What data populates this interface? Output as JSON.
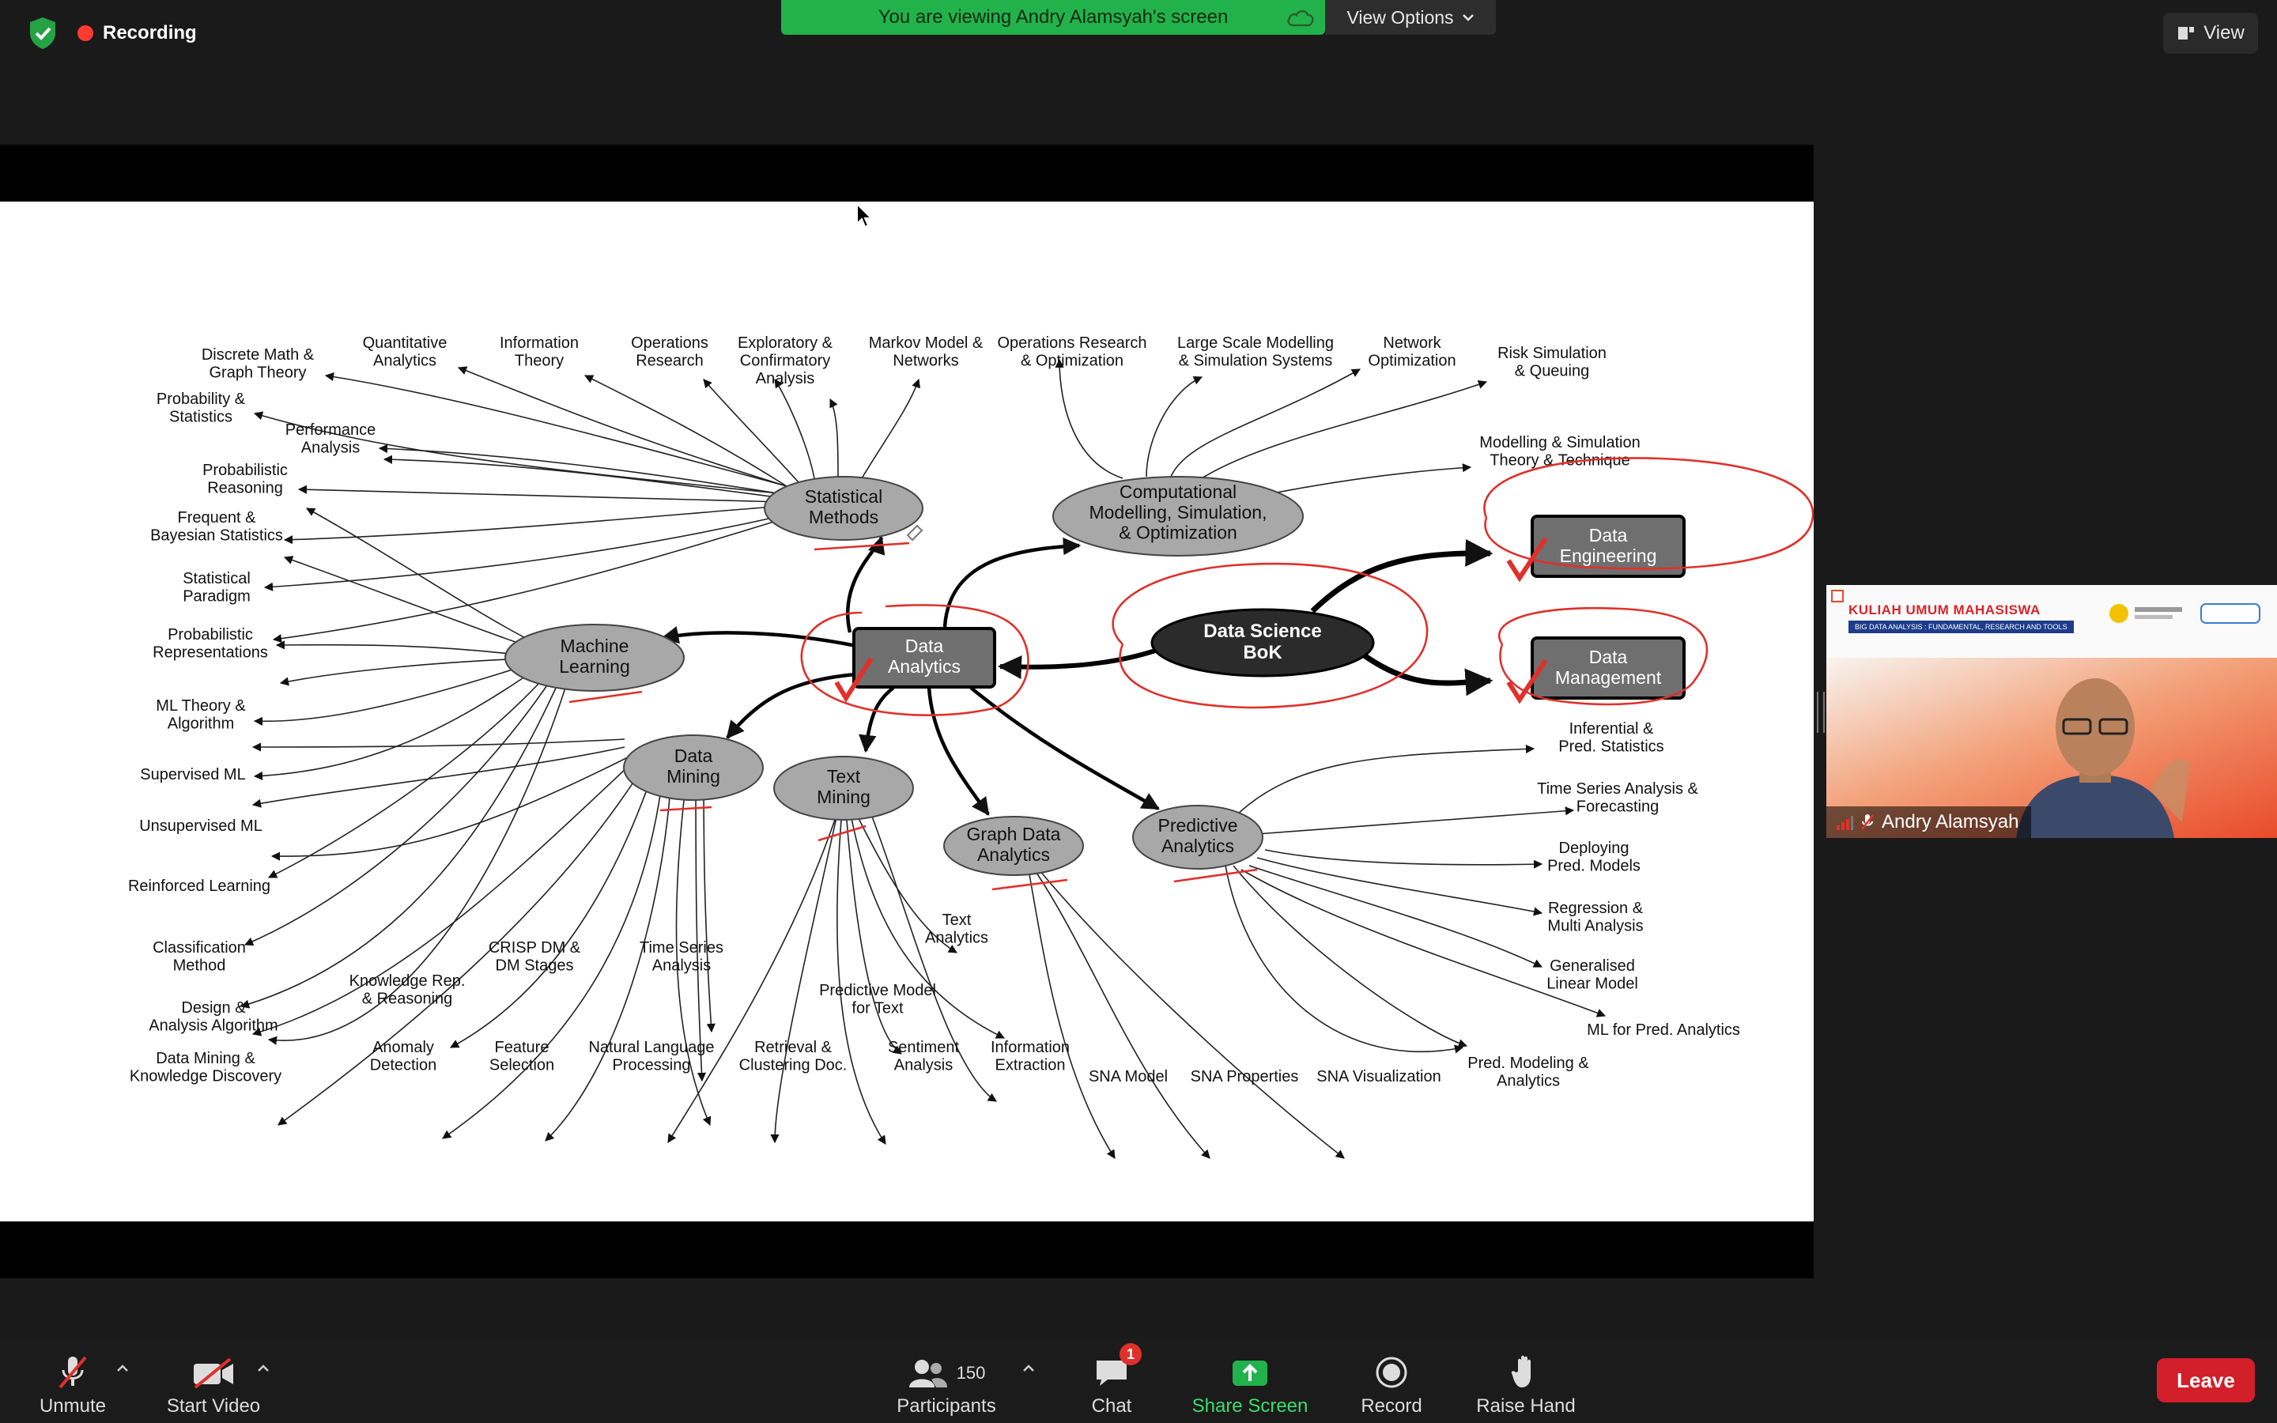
{
  "top_bar": {
    "recording_label": "Recording",
    "viewing_banner": "You are viewing Andry Alamsyah's screen",
    "view_options_label": "View Options",
    "view_button_label": "View",
    "icons": [
      "shield-icon",
      "recording-dot-icon",
      "cloud-icon",
      "chevron-down-icon",
      "view-layout-icon"
    ]
  },
  "video": {
    "participant_name": "Andry Alamsyah",
    "banner_title": "KULIAH UMUM MAHASISWA",
    "banner_subtitle": "BIG DATA ANALYSIS : FUNDAMENTAL, RESEARCH AND TOOLS"
  },
  "diagram": {
    "hubs": {
      "core": "Data Science\nBoK",
      "data_engineering": "Data\nEngineering",
      "data_management": "Data\nManagement",
      "data_analytics": "Data\nAnalytics"
    },
    "groups": {
      "statistical_methods": "Statistical\nMethods",
      "computational": "Computational\nModelling, Simulation,\n& Optimization",
      "machine_learning": "Machine\nLearning",
      "data_mining": "Data\nMining",
      "text_mining": "Text\nMining",
      "graph_data_analytics": "Graph Data\nAnalytics",
      "predictive_analytics": "Predictive\nAnalytics"
    },
    "leaves": {
      "discrete_math": "Discrete Math &\nGraph Theory",
      "quantitative_analytics": "Quantitative\nAnalytics",
      "information_theory": "Information\nTheory",
      "operations_research": "Operations\nResearch",
      "exploratory": "Exploratory &\nConfirmatory\nAnalysis",
      "markov": "Markov Model &\nNetworks",
      "or_optimization": "Operations Research\n& Optimization",
      "large_scale": "Large Scale Modelling\n& Simulation Systems",
      "network_opt": "Network\nOptimization",
      "risk_sim": "Risk Simulation\n& Queuing",
      "modelling_sim": "Modelling & Simulation\nTheory & Technique",
      "probability_stats": "Probability &\nStatistics",
      "performance_analysis": "Performance\nAnalysis",
      "probabilistic_reasoning": "Probabilistic\nReasoning",
      "frequent_bayesian": "Frequent &\nBayesian Statistics",
      "statistical_paradigm": "Statistical\nParadigm",
      "probabilistic_repr": "Probabilistic\nRepresentations",
      "ml_theory": "ML Theory &\nAlgorithm",
      "supervised_ml": "Supervised ML",
      "unsupervised_ml": "Unsupervised ML",
      "reinforced_learning": "Reinforced Learning",
      "classification_method": "Classification\nMethod",
      "design_analysis": "Design &\nAnalysis Algorithm",
      "dm_kd": "Data Mining &\nKnowledge Discovery",
      "knowledge_rep": "Knowledge Rep.\n& Reasoning",
      "anomaly_detection": "Anomaly\nDetection",
      "crisp_dm": "CRISP DM &\nDM Stages",
      "feature_selection": "Feature\nSelection",
      "time_series_analysis": "Time Series\nAnalysis",
      "nlp": "Natural Language\nProcessing",
      "retrieval_clustering": "Retrieval &\nClustering Doc.",
      "predictive_model_text": "Predictive Model\nfor Text",
      "sentiment_analysis": "Sentiment\nAnalysis",
      "text_analytics": "Text\nAnalytics",
      "information_extraction": "Information\nExtraction",
      "sna_model": "SNA Model",
      "sna_properties": "SNA Properties",
      "sna_visualization": "SNA Visualization",
      "inferential_pred": "Inferential &\nPred. Statistics",
      "time_series_forecasting": "Time Series Analysis &\nForecasting",
      "deploying_pred": "Deploying\nPred. Models",
      "regression_multi": "Regression &\nMulti Analysis",
      "generalised_linear": "Generalised\nLinear Model",
      "ml_pred_analytics": "ML for Pred. Analytics",
      "pred_modeling": "Pred. Modeling &\nAnalytics"
    }
  },
  "toolbar": {
    "unmute_label": "Unmute",
    "start_video_label": "Start Video",
    "participants_label": "Participants",
    "participants_count": "150",
    "chat_label": "Chat",
    "chat_badge": "1",
    "share_screen_label": "Share Screen",
    "record_label": "Record",
    "raise_hand_label": "Raise Hand",
    "leave_label": "Leave",
    "icons": [
      "microphone-muted-icon",
      "video-muted-icon",
      "participants-icon",
      "chat-icon",
      "share-screen-icon",
      "record-icon",
      "raise-hand-icon",
      "chevron-up-icon"
    ]
  },
  "colors": {
    "share_green": "#22b24c",
    "leave_red": "#d21f2a",
    "annotation_red": "#e0302a"
  }
}
